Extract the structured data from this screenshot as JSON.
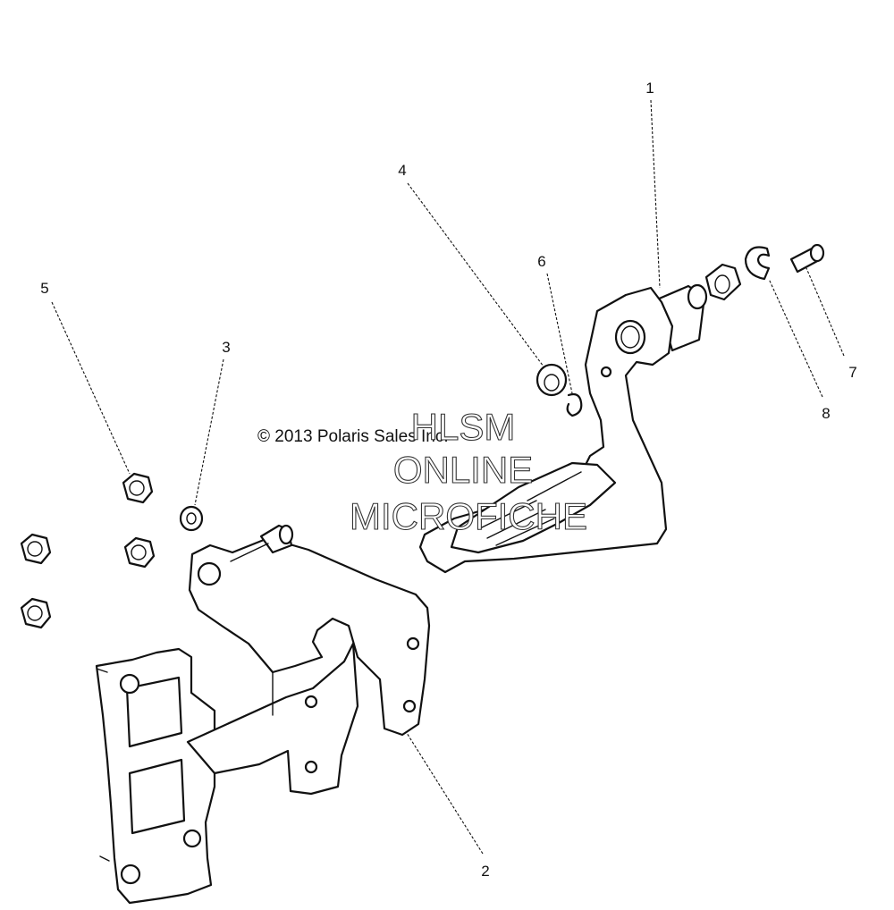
{
  "copyright": "© 2013 Polaris Sales Inc.",
  "watermark": [
    "HLSM",
    "ONLINE",
    "MICROFICHE"
  ],
  "callouts": [
    {
      "id": "1",
      "label": "1"
    },
    {
      "id": "2",
      "label": "2"
    },
    {
      "id": "3",
      "label": "3"
    },
    {
      "id": "4",
      "label": "4"
    },
    {
      "id": "5",
      "label": "5"
    },
    {
      "id": "6",
      "label": "6"
    },
    {
      "id": "7",
      "label": "7"
    },
    {
      "id": "8",
      "label": "8"
    }
  ]
}
